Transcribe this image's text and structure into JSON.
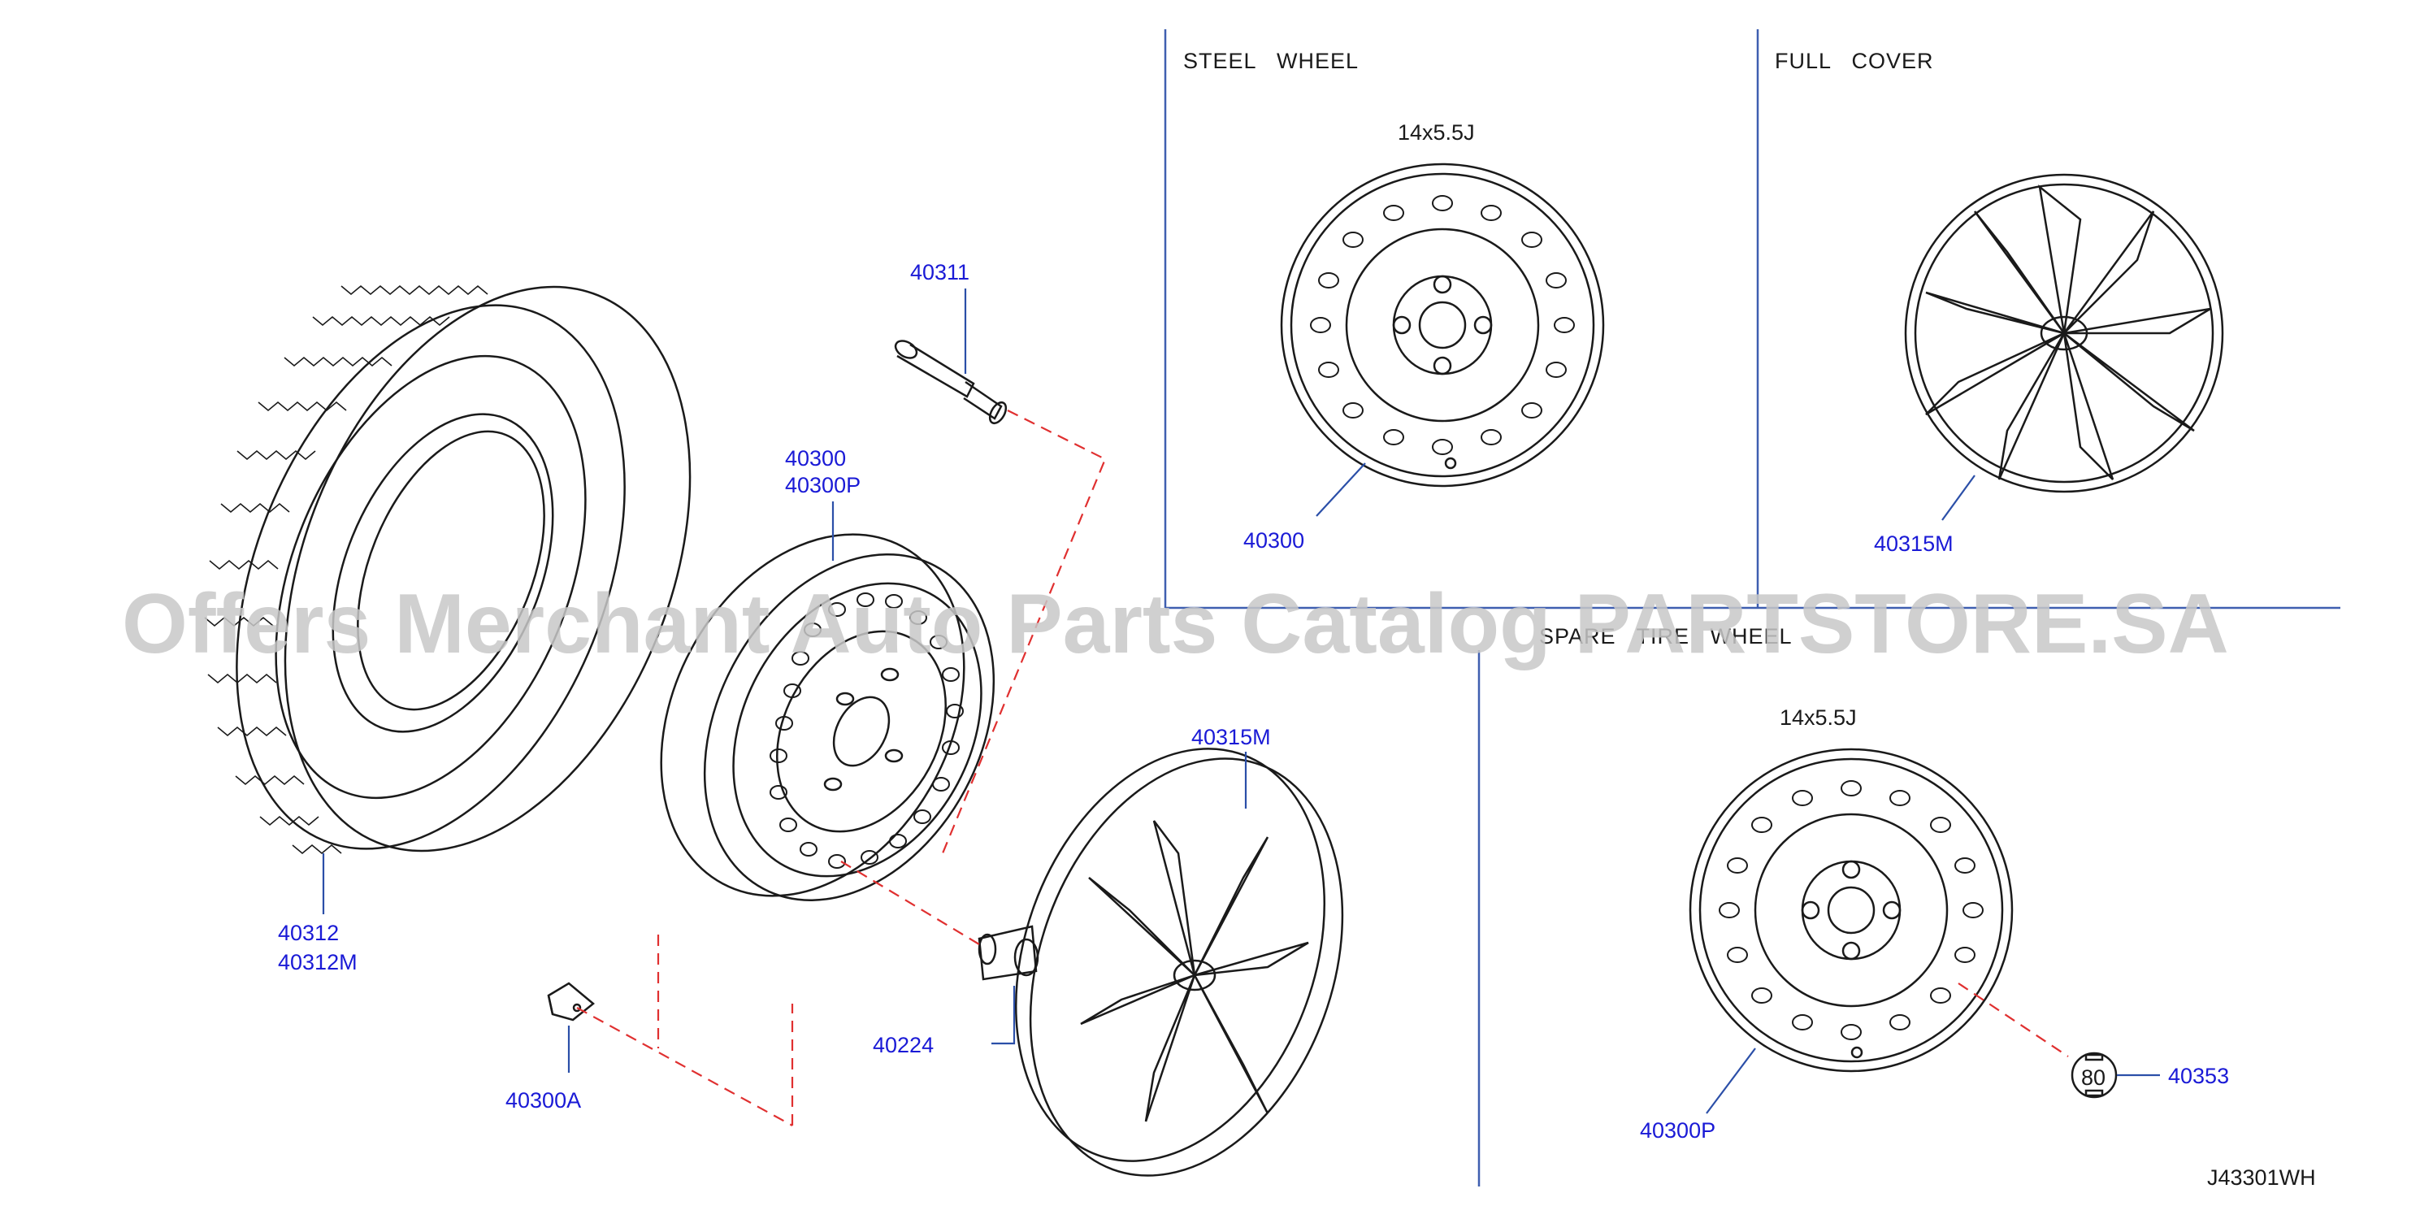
{
  "colors": {
    "part_label": "#1a1ad6",
    "section_line": "#3f5fb0",
    "leader": "#2b4fa8",
    "dashed": "#e03030",
    "drawing": "#1a1a1a",
    "watermark": "#c8c8c8"
  },
  "sections": {
    "steel_wheel": "STEEL   WHEEL",
    "full_cover": "FULL   COVER",
    "spare_tire_wheel": "SPARE   TIRE   WHEEL"
  },
  "sizes": {
    "steel_wheel": "14x5.5J",
    "spare_wheel": "14x5.5J"
  },
  "labels": {
    "p40311": "40311",
    "p40300": "40300",
    "p40300p": "40300P",
    "p40312": "40312",
    "p40312m": "40312M",
    "p40300a": "40300A",
    "p40224": "40224",
    "p40315m_main": "40315M",
    "p40300_steel": "40300",
    "p40315m_cover": "40315M",
    "p40300p_spare": "40300P",
    "p40353": "40353",
    "label_80": "80"
  },
  "diagram_code": "J43301WH",
  "watermark": "Offers Merchant Auto Parts Catalog PARTSTORE.SA"
}
